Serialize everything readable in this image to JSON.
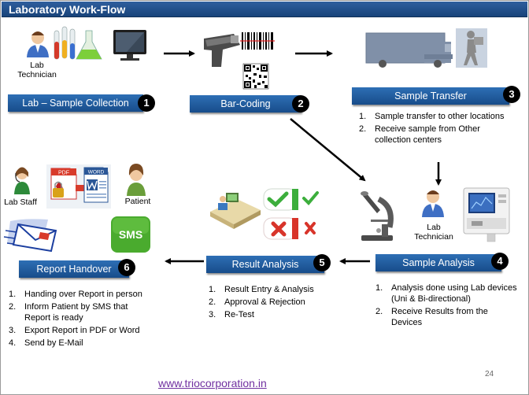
{
  "title": "Laboratory Work-Flow",
  "steps": [
    {
      "number": "1",
      "label": "Lab – Sample Collection"
    },
    {
      "number": "2",
      "label": "Bar-Coding"
    },
    {
      "number": "3",
      "label": "Sample Transfer"
    },
    {
      "number": "4",
      "label": "Sample Analysis"
    },
    {
      "number": "5",
      "label": "Result Analysis"
    },
    {
      "number": "6",
      "label": "Report Handover"
    }
  ],
  "captions": {
    "lab_technician_top": "Lab Technician",
    "lab_technician_right": "Lab Technician",
    "lab_staff": "Lab Staff",
    "patient": "Patient",
    "pdf_icon": "PDF",
    "word_icon": "WORD",
    "sms_icon": "SMS"
  },
  "lists": {
    "sample_transfer": [
      {
        "n": "1.",
        "text": "Sample transfer to other locations"
      },
      {
        "n": "2.",
        "text": "Receive sample from Other collection centers"
      }
    ],
    "sample_analysis": [
      {
        "n": "1.",
        "text": "Analysis done using Lab devices (Uni & Bi-directional)"
      },
      {
        "n": "2.",
        "text": "Receive Results from the Devices"
      }
    ],
    "result_analysis": [
      {
        "n": "1.",
        "text": "Result Entry & Analysis"
      },
      {
        "n": "2.",
        "text": "Approval & Rejection"
      },
      {
        "n": "3.",
        "text": "Re-Test"
      }
    ],
    "report_handover": [
      {
        "n": "1.",
        "text": "Handing over Report in person"
      },
      {
        "n": "2.",
        "text": "Inform Patient by SMS that Report is ready"
      },
      {
        "n": "3.",
        "text": "Export Report in PDF or Word"
      },
      {
        "n": "4.",
        "text": "Send by E-Mail"
      }
    ]
  },
  "page_number": "24",
  "footer_link": "www.triocorporation.in",
  "colors": {
    "title_bar": "#1f4e8c",
    "step_label": "#1f5fa6",
    "footer_link": "#7030a0",
    "badge": "#000000"
  }
}
